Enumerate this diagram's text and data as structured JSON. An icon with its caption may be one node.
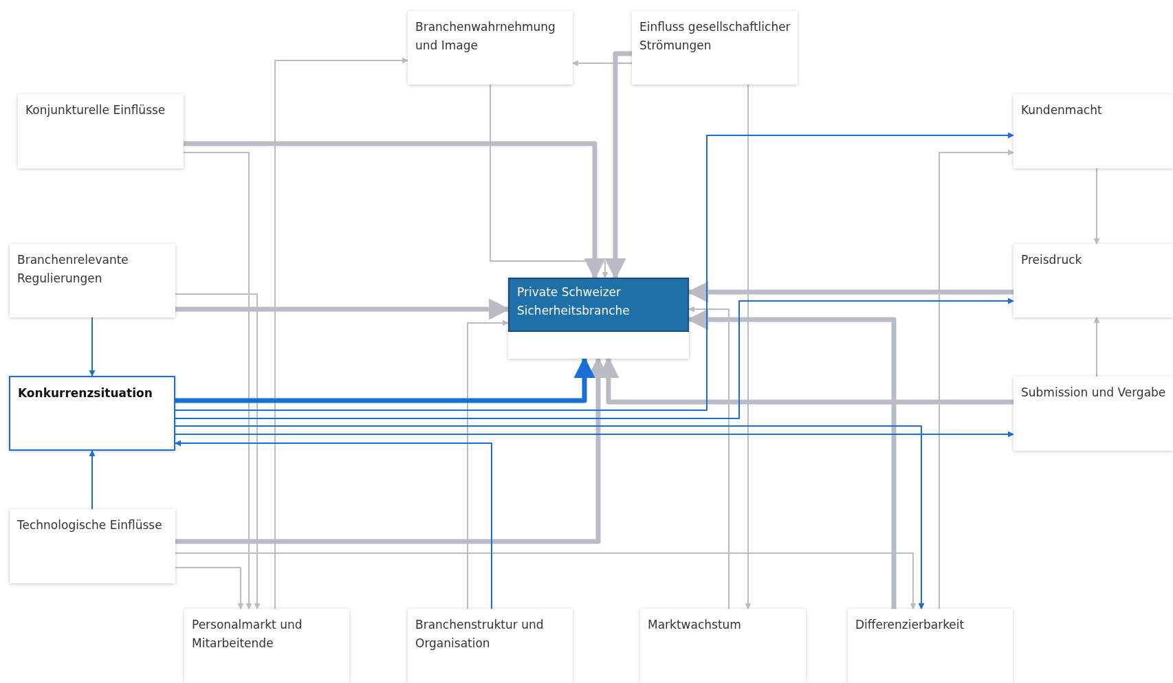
{
  "diagram": {
    "nodes": [
      {
        "text": [
          "Branchenwahrnehmung und Image"
        ]
      },
      {
        "text": [
          "Einfluss gesellschaftlicher Strömungen"
        ]
      },
      {
        "text": [
          "Konjunkturelle Einflüsse"
        ]
      },
      {
        "text": [
          "Kundenmacht"
        ]
      },
      {
        "text": [
          "Branchenrelevante Regulierungen"
        ]
      },
      {
        "text": [
          "Private Schweizer Sicherheitsbranche"
        ]
      },
      {
        "text": [
          "Preisdruck"
        ]
      },
      {
        "text": [
          "Konkurrenzsituation"
        ]
      },
      {
        "text": [
          "Submission und Vergabe"
        ]
      },
      {
        "text": [
          "Technologische Einflüsse"
        ]
      },
      {
        "text": [
          "Personalmarkt und Mitarbeitende"
        ]
      },
      {
        "text": [
          "Branchenstruktur und Organisation"
        ]
      },
      {
        "text": [
          "Marktwachstum"
        ]
      },
      {
        "text": [
          "Differenzierbarkeit"
        ]
      }
    ],
    "edges": [
      {
        "from": 2,
        "to": 5,
        "arrow": "to",
        "style": "thick"
      },
      {
        "from": 1,
        "to": 5,
        "arrow": "to",
        "style": "thick"
      },
      {
        "from": 0,
        "to": 5,
        "arrow": "to"
      },
      {
        "from": 1,
        "to": 0,
        "arrow": "to"
      },
      {
        "from": 10,
        "to": 0,
        "arrow": "to"
      },
      {
        "from": 9,
        "to": 10,
        "arrow": "to"
      },
      {
        "from": 2,
        "to": 10,
        "arrow": "to"
      },
      {
        "from": 4,
        "to": 10,
        "arrow": "to"
      },
      {
        "from": 4,
        "to": 5,
        "arrow": "to",
        "style": "thick"
      },
      {
        "from": 4,
        "to": 7,
        "arrow": "to",
        "color": "#1a6fd6"
      },
      {
        "from": 9,
        "to": 7,
        "arrow": "to",
        "color": "#1a6fd6"
      },
      {
        "from": 7,
        "to": 5,
        "arrow": "to",
        "style": "thick",
        "color": "#1a6fd6"
      },
      {
        "from": 7,
        "to": 3,
        "arrow": "to",
        "color": "#1a6fd6"
      },
      {
        "from": 7,
        "to": 6,
        "arrow": "to",
        "color": "#1a6fd6"
      },
      {
        "from": 7,
        "to": 8,
        "arrow": "to",
        "color": "#1a6fd6"
      },
      {
        "from": 7,
        "to": 13,
        "arrow": "to",
        "color": "#1a6fd6"
      },
      {
        "from": 11,
        "to": 7,
        "arrow": "to",
        "color": "#1a6fd6"
      },
      {
        "from": 9,
        "to": 5,
        "arrow": "to",
        "style": "thick"
      },
      {
        "from": 11,
        "to": 5,
        "arrow": "to"
      },
      {
        "from": 12,
        "to": 5,
        "arrow": "to"
      },
      {
        "from": 13,
        "to": 5,
        "arrow": "to",
        "style": "thick"
      },
      {
        "from": 6,
        "to": 5,
        "arrow": "to",
        "style": "thick"
      },
      {
        "from": 8,
        "to": 5,
        "arrow": "to",
        "style": "thick"
      },
      {
        "from": 3,
        "to": 6,
        "arrow": "to"
      },
      {
        "from": 8,
        "to": 6,
        "arrow": "to"
      },
      {
        "from": 1,
        "to": 12,
        "arrow": "to"
      },
      {
        "from": 13,
        "to": 3,
        "arrow": "to"
      },
      {
        "from": 9,
        "to": 13,
        "arrow": "to"
      }
    ]
  }
}
